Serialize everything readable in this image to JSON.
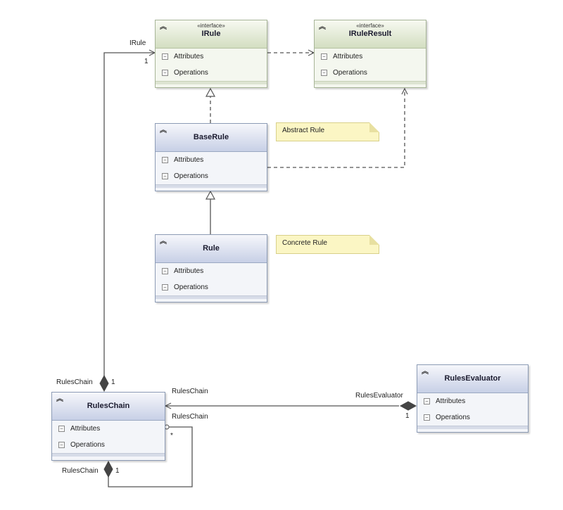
{
  "classes": {
    "irule": {
      "stereotype": "«interface»",
      "name": "IRule",
      "attributes": "Attributes",
      "operations": "Operations"
    },
    "iruleresult": {
      "stereotype": "«interface»",
      "name": "IRuleResult",
      "attributes": "Attributes",
      "operations": "Operations"
    },
    "baserule": {
      "name": "BaseRule",
      "attributes": "Attributes",
      "operations": "Operations"
    },
    "rule": {
      "name": "Rule",
      "attributes": "Attributes",
      "operations": "Operations"
    },
    "ruleschain": {
      "name": "RulesChain",
      "attributes": "Attributes",
      "operations": "Operations"
    },
    "rulesevaluator": {
      "name": "RulesEvaluator",
      "attributes": "Attributes",
      "operations": "Operations"
    }
  },
  "notes": {
    "abstract": "Abstract Rule",
    "concrete": "Concrete Rule"
  },
  "labels": {
    "irule_role": "IRule",
    "irule_mult": "1",
    "chain_top_role": "RulesChain",
    "chain_top_mult": "1",
    "evaluator_link_chain": "RulesChain",
    "evaluator_link_evaluator": "RulesEvaluator",
    "evaluator_mult": "1",
    "self_role_top": "RulesChain",
    "self_mult_star": "*",
    "self_role_bottom": "RulesChain",
    "self_mult_bottom": "1"
  },
  "colors": {
    "interface_header": "#d3dec1",
    "class_header": "#c7d0e6",
    "note_fill": "#fbf6c4",
    "connector": "#555555"
  }
}
